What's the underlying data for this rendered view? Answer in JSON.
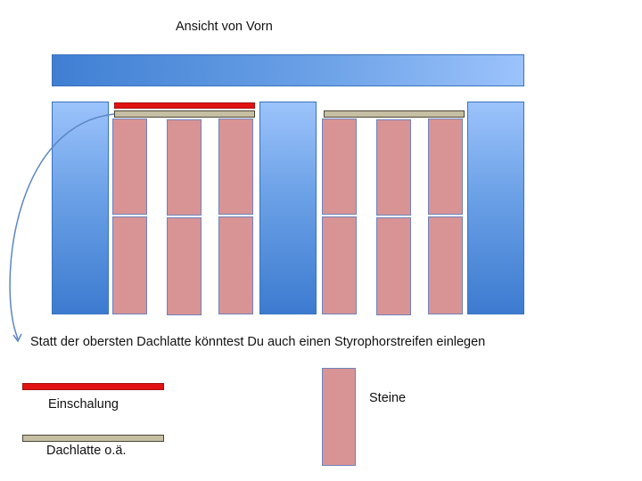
{
  "diagram": {
    "title": "Ansicht von Vorn",
    "note": "Statt der obersten Dachlatte könntest Du auch einen Styrophorstreifen einlegen"
  },
  "legend": {
    "shuttering_label": "Einschalung",
    "batten_label": "Dachlatte o.ä.",
    "stones_label": "Steine"
  },
  "colors": {
    "beam": "#6aa0e6",
    "stone": "#d89494",
    "shuttering": "#e01212",
    "batten": "#c7bfa3",
    "connector": "#5b86c4"
  }
}
